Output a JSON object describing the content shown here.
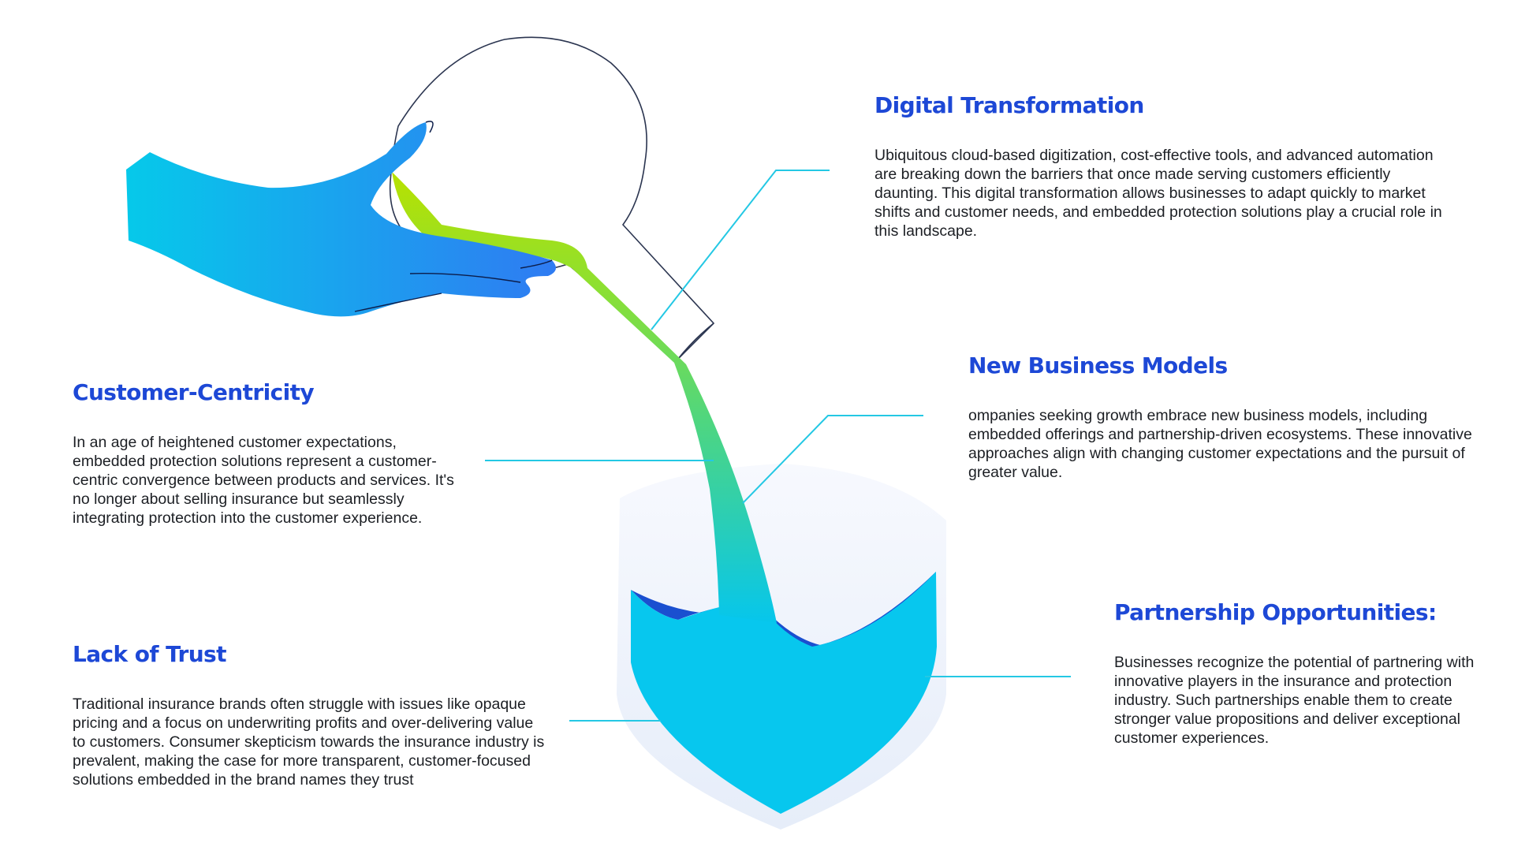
{
  "colors": {
    "heading": "#1d48d6",
    "body_text": "#1c1f24",
    "connector": "#24c8e4",
    "hand_start": "#06c9ea",
    "hand_end": "#2f7bf2",
    "liquid_start": "#b8e100",
    "liquid_mid": "#4fd67f",
    "liquid_end": "#06c6ec",
    "shield_fill": "#07c7ee",
    "shield_wave": "#1a4fd0",
    "shield_halo": "#eef3fb"
  },
  "illustration": {
    "elements": [
      "hand-icon",
      "glass-icon",
      "pouring-liquid",
      "shield-icon"
    ]
  },
  "sections": {
    "digital": {
      "title": "Digital Transformation",
      "body": "Ubiquitous cloud-based digitization, cost-effective tools, and advanced automation are breaking down the barriers that once made serving customers efficiently daunting. This digital transformation allows businesses to adapt quickly to market shifts and customer needs, and embedded protection solutions play a crucial role in this landscape."
    },
    "newbiz": {
      "title": "New Business Models",
      "body": "ompanies seeking growth embrace new business models, including embedded offerings and partnership-driven ecosystems. These innovative approaches align with changing customer expectations and the pursuit of greater value."
    },
    "customer": {
      "title": "Customer-Centricity",
      "body": "In an age of heightened customer expectations, embedded protection solutions represent a customer-centric convergence between products and services. It's no longer about selling insurance but seamlessly integrating protection into the customer experience."
    },
    "trust": {
      "title": "Lack of Trust",
      "body": "Traditional insurance brands often struggle with issues like opaque pricing and a focus on underwriting profits and over-delivering value to customers. Consumer skepticism towards the insurance industry is prevalent, making the case for more transparent, customer-focused solutions embedded in the brand names they trust"
    },
    "partner": {
      "title": "Partnership Opportunities:",
      "body": "Businesses recognize the potential of partnering with innovative players in the insurance and protection industry. Such partnerships enable them to create stronger value propositions and deliver exceptional customer experiences."
    }
  }
}
